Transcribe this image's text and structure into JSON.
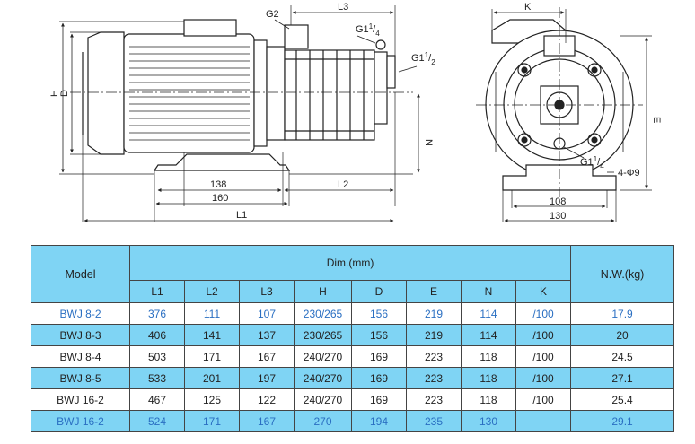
{
  "drawing": {
    "side_labels": {
      "G2": "G2",
      "L3": "L3",
      "G14_base": "G1",
      "G14_sup": "1",
      "G14_sub": "4",
      "G112_base": "G1",
      "G112_sup": "1",
      "G112_sub": "2",
      "H": "H",
      "D": "D",
      "N": "N",
      "d138": "138",
      "L2": "L2",
      "d160": "160",
      "L1": "L1"
    },
    "front_labels": {
      "K": "K",
      "E": "E",
      "G14_base": "G1",
      "G14_sup": "1",
      "G14_sub": "4",
      "holes": "4-Φ9",
      "d108": "108",
      "d130": "130"
    }
  },
  "table": {
    "header": {
      "model": "Model",
      "dim": "Dim.(mm)",
      "nw": "N.W.(kg)",
      "columns": [
        "L1",
        "L2",
        "L3",
        "H",
        "D",
        "E",
        "N",
        "K"
      ]
    },
    "rows": [
      {
        "model": "BWJ 8-2",
        "values": [
          "376",
          "111",
          "107",
          "230/265",
          "156",
          "219",
          "114",
          "/100"
        ],
        "nw": "17.9",
        "blue": true
      },
      {
        "model": "BWJ 8-3",
        "values": [
          "406",
          "141",
          "137",
          "230/265",
          "156",
          "219",
          "114",
          "/100"
        ],
        "nw": "20",
        "blue": false
      },
      {
        "model": "BWJ 8-4",
        "values": [
          "503",
          "171",
          "167",
          "240/270",
          "169",
          "223",
          "118",
          "/100"
        ],
        "nw": "24.5",
        "blue": false
      },
      {
        "model": "BWJ 8-5",
        "values": [
          "533",
          "201",
          "197",
          "240/270",
          "169",
          "223",
          "118",
          "/100"
        ],
        "nw": "27.1",
        "blue": false
      },
      {
        "model": "BWJ 16-2",
        "values": [
          "467",
          "125",
          "122",
          "240/270",
          "169",
          "223",
          "118",
          "/100"
        ],
        "nw": "25.4",
        "blue": false
      },
      {
        "model": "BWJ 16-2",
        "values": [
          "524",
          "171",
          "167",
          "270",
          "194",
          "235",
          "130",
          ""
        ],
        "nw": "29.1",
        "blue": true
      }
    ]
  }
}
